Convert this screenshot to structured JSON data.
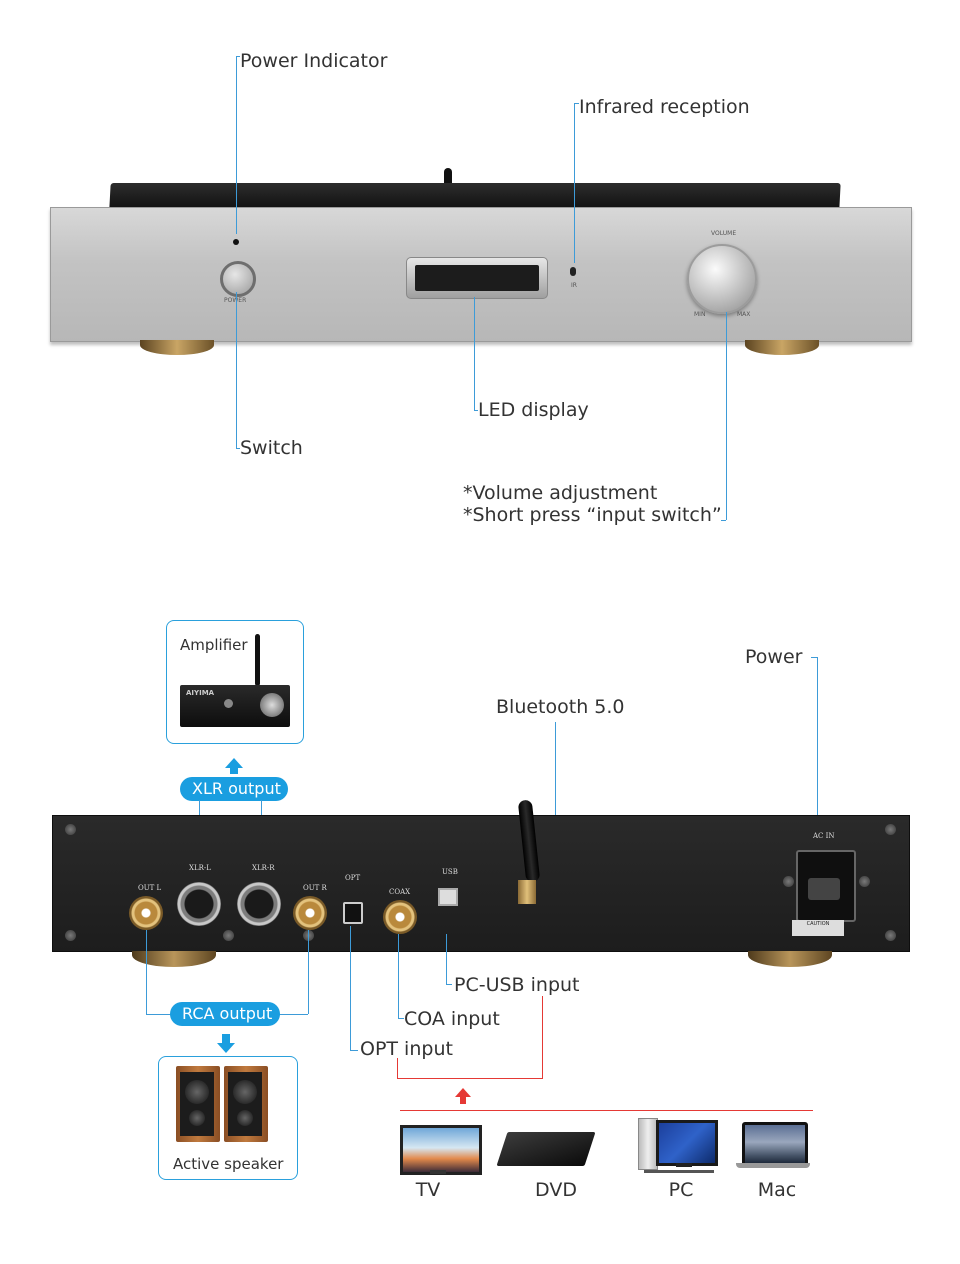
{
  "front_labels": {
    "power_indicator": "Power Indicator",
    "infrared": "Infrared reception",
    "led_display": "LED display",
    "switch": "Switch",
    "volume_line1": "*Volume adjustment",
    "volume_line2": "*Short press “input switch”"
  },
  "front_panel_text": {
    "power": "POWER",
    "ir": "IR",
    "volume": "VOLUME",
    "min": "MIN",
    "max": "MAX"
  },
  "rear_labels": {
    "amplifier": "Amplifier",
    "power": "Power",
    "bluetooth": "Bluetooth 5.0",
    "xlr_output": "XLR output",
    "rca_output": "RCA output",
    "pc_usb": "PC-USB input",
    "coa": "COA input",
    "opt": "OPT input",
    "active_speaker": "Active speaker"
  },
  "rear_panel_text": {
    "out_l": "OUT L",
    "xlr_l": "XLR-L",
    "xlr_r": "XLR-R",
    "out_r": "OUT R",
    "opt": "OPT",
    "coax": "COAX",
    "usb": "USB",
    "ac_in": "AC IN",
    "caution": "CAUTION",
    "amp_brand": "AIYIMA"
  },
  "sources": [
    {
      "label": "TV"
    },
    {
      "label": "DVD"
    },
    {
      "label": "PC"
    },
    {
      "label": "Mac"
    }
  ],
  "colors": {
    "accent": "#1a9ee0",
    "line": "#3d9bd8",
    "red": "#e53935"
  }
}
